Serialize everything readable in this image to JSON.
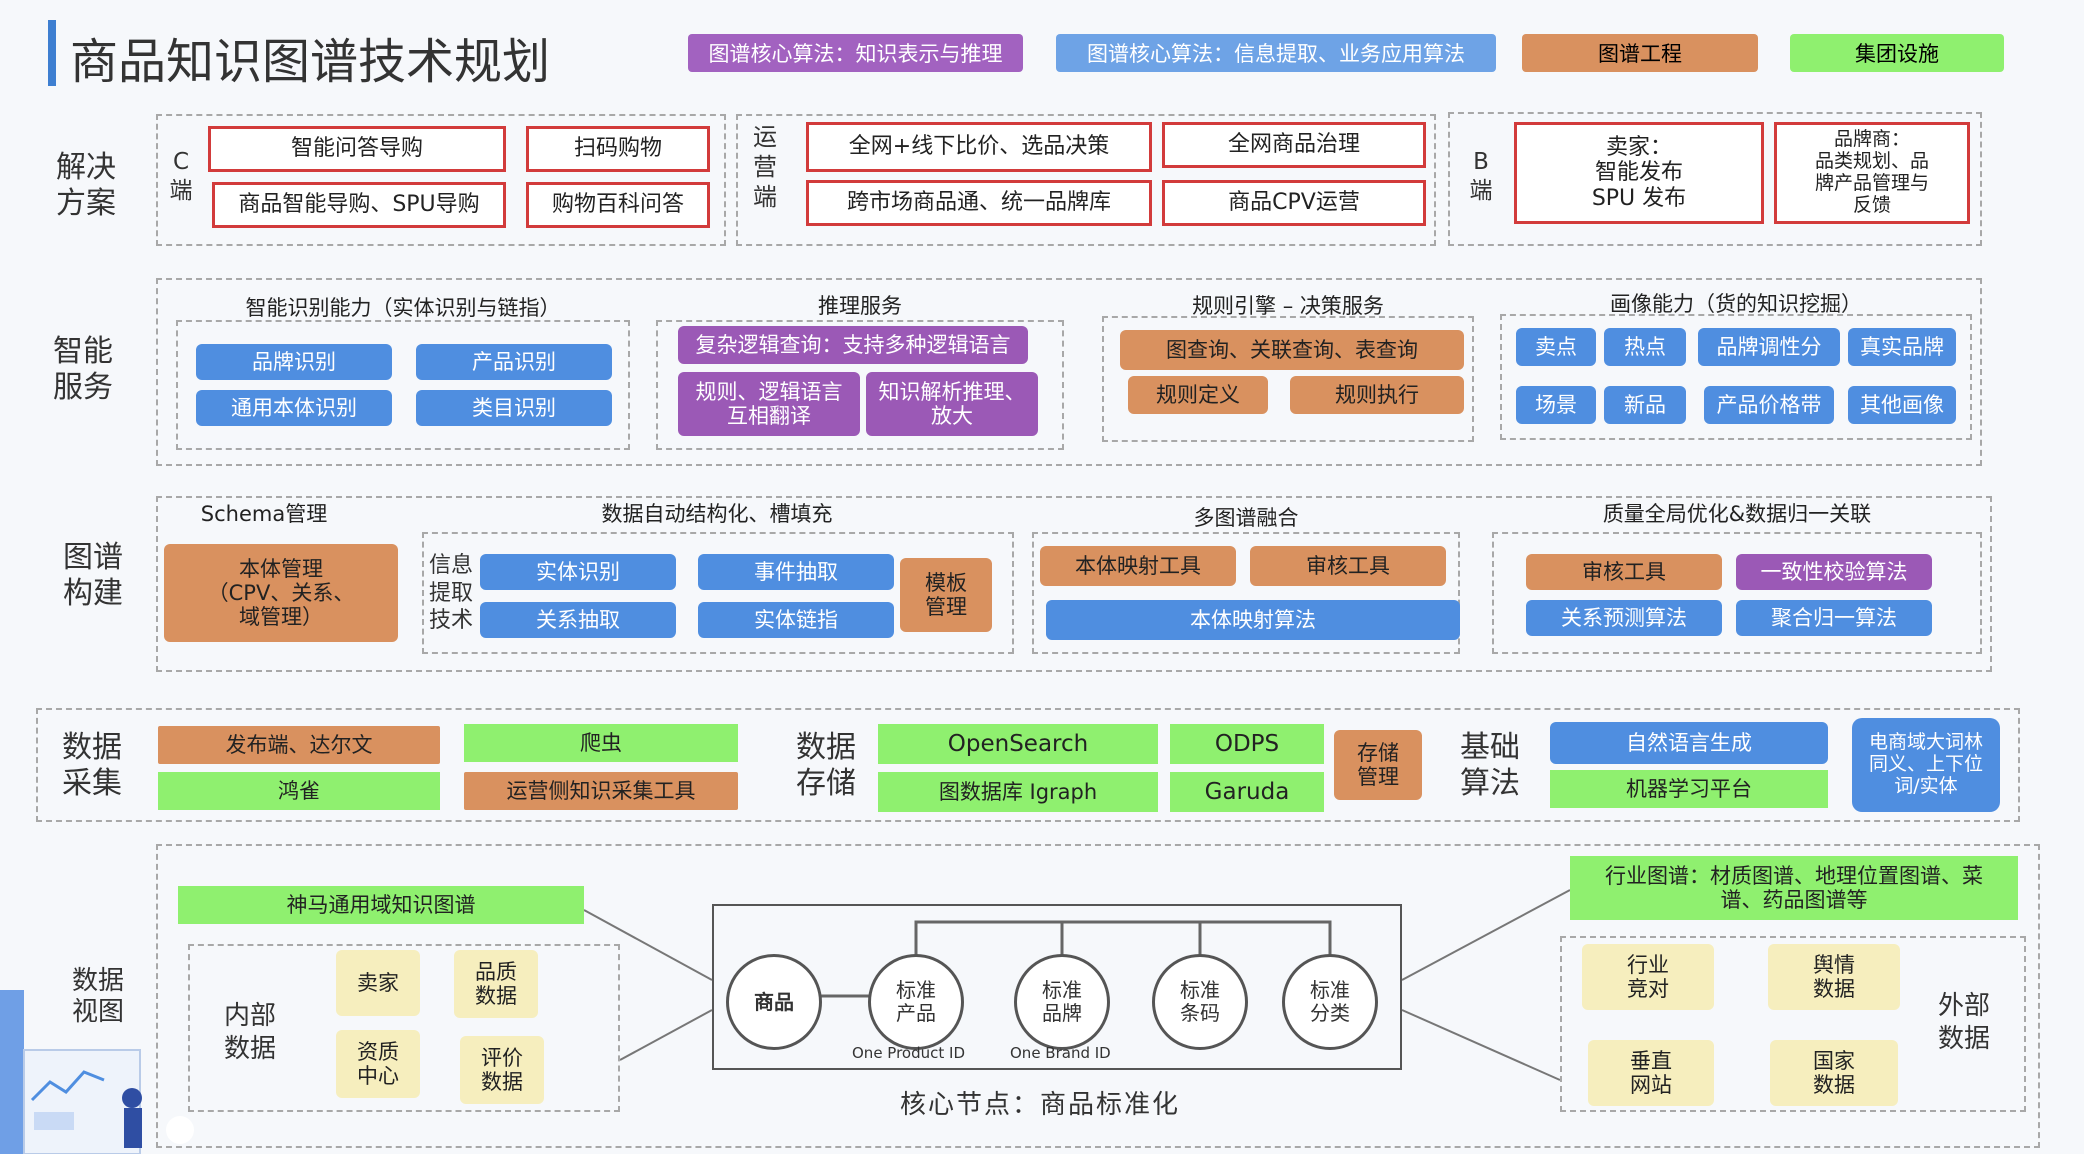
{
  "title": "商品知识图谱技术规划",
  "legend": [
    {
      "label": "图谱核心算法：知识表示与推理",
      "color": "#9b59b6"
    },
    {
      "label": "图谱核心算法：信息提取、业务应用算法",
      "color": "#4f8ee0"
    },
    {
      "label": "图谱工程",
      "color": "#d9915f"
    },
    {
      "label": "集团设施",
      "color": "#8ff06f"
    }
  ],
  "rows": {
    "solution": "解决\n方案",
    "service": "智能\n服务",
    "build": "图谱\n构建",
    "collect": "数据\n采集",
    "view": "数据\n视图"
  },
  "solution": {
    "c_label": "C\n端",
    "c_items": [
      "智能问答导购",
      "扫码购物",
      "商品智能导购、SPU导购",
      "购物百科问答"
    ],
    "ops_label": "运\n营\n端",
    "ops_items": [
      "全网+线下比价、选品决策",
      "全网商品治理",
      "跨市场商品通、统一品牌库",
      "商品CPV运营"
    ],
    "b_label": "B\n端",
    "b_items": [
      "卖家：\n智能发布\nSPU 发布",
      "品牌商：\n品类规划、品\n牌产品管理与\n反馈"
    ]
  },
  "service": {
    "recog_title": "智能识别能力（实体识别与链指）",
    "recog_items": [
      "品牌识别",
      "产品识别",
      "通用本体识别",
      "类目识别"
    ],
    "infer_title": "推理服务",
    "infer_items": [
      "复杂逻辑查询：支持多种逻辑语言",
      "规则、逻辑语言\n互相翻译",
      "知识解析推理、\n放大"
    ],
    "rule_title": "规则引擎 – 决策服务",
    "rule_items": [
      "图查询、关联查询、表查询",
      "规则定义",
      "规则执行"
    ],
    "profile_title": "画像能力（货的知识挖掘）",
    "profile_items": [
      "卖点",
      "热点",
      "品牌调性分",
      "真实品牌",
      "场景",
      "新品",
      "产品价格带",
      "其他画像"
    ]
  },
  "build": {
    "schema_title": "Schema管理",
    "schema_item": "本体管理\n（CPV、关系、\n域管理）",
    "auto_title": "数据自动结构化、槽填充",
    "extract_label": "信息\n提取\n技术",
    "auto_items": [
      "实体识别",
      "事件抽取",
      "关系抽取",
      "实体链指",
      "模板\n管理"
    ],
    "fusion_title": "多图谱融合",
    "fusion_items": [
      "本体映射工具",
      "审核工具",
      "本体映射算法"
    ],
    "quality_title": "质量全局优化&数据归一关联",
    "quality_items": [
      "审核工具",
      "一致性校验算法",
      "关系预测算法",
      "聚合归一算法"
    ]
  },
  "collect": {
    "items": [
      "发布端、达尔文",
      "爬虫",
      "鸿雀",
      "运营侧知识采集工具"
    ],
    "storage_label": "数据\n存储",
    "storage_items": [
      "OpenSearch",
      "ODPS",
      "图数据库 Igraph",
      "Garuda",
      "存储\n管理"
    ],
    "algo_label": "基础\n算法",
    "algo_items": [
      "自然语言生成",
      "机器学习平台",
      "电商域大词林\n同义、上下位\n词/实体"
    ]
  },
  "view": {
    "general_kg": "神马通用域知识图谱",
    "internal_label": "内部\n数据",
    "internal_items": [
      "卖家",
      "品质\n数据",
      "资质\n中心",
      "评价\n数据"
    ],
    "core_nodes": [
      "商品",
      "标准\n产品",
      "标准\n品牌",
      "标准\n条码",
      "标准\n分类"
    ],
    "node_captions": [
      "One Product ID",
      "One Brand ID"
    ],
    "core_caption": "核心节点：商品标准化",
    "industry_kg": "行业图谱：材质图谱、地理位置图谱、菜\n谱、药品图谱等",
    "external_label": "外部\n数据",
    "external_items": [
      "行业\n竞对",
      "舆情\n数据",
      "垂直\n网站",
      "国家\n数据"
    ]
  }
}
